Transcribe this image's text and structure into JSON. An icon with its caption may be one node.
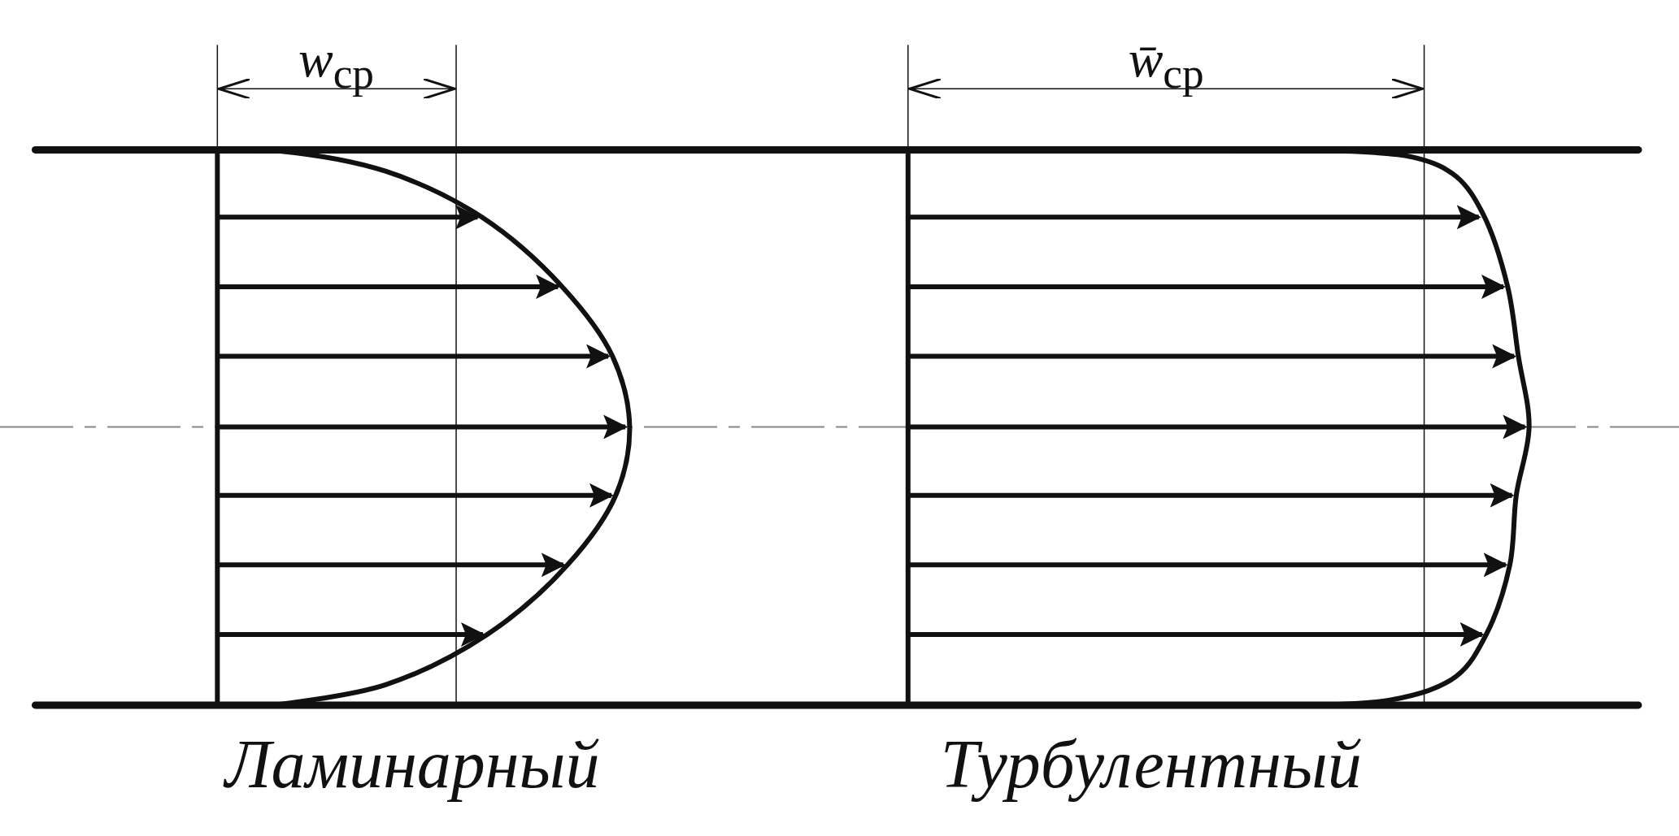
{
  "diagram": {
    "labels": [
      "*w*$_{ср}$",
      "*w̄*$_{ср}$",
      "Ламинарный",
      "Турбулентный"
    ]
  }
}
